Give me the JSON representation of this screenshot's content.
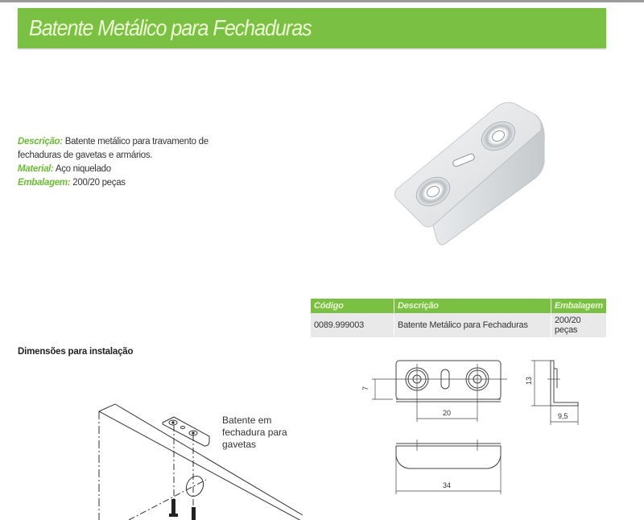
{
  "header": {
    "title": "Batente Metálico para Fechaduras",
    "accent_color": "#7ac143"
  },
  "specs": {
    "description_label": "Descrição:",
    "description_value": "Batente metálico para travamento de fechaduras de gavetas e armários.",
    "material_label": "Material:",
    "material_value": "Aço niquelado",
    "packaging_label": "Embalagem:",
    "packaging_value": "200/20 peças"
  },
  "product_image": {
    "alt": "Batente metálico niquelado em L com dois furos escareados e rasgo central"
  },
  "table": {
    "headers": [
      "Código",
      "Descrição",
      "Embalagem"
    ],
    "rows": [
      [
        "0089.999003",
        "Batente Metálico para Fechaduras",
        "200/20 peças"
      ]
    ]
  },
  "installation": {
    "title": "Dimensões para instalação",
    "callout_line1": "Batente em",
    "callout_line2": "fechadura para",
    "callout_line3": "gavetas"
  },
  "dimensions": {
    "hole_height": "7",
    "hole_spacing": "20",
    "height": "13",
    "depth": "9,5",
    "length": "34"
  }
}
